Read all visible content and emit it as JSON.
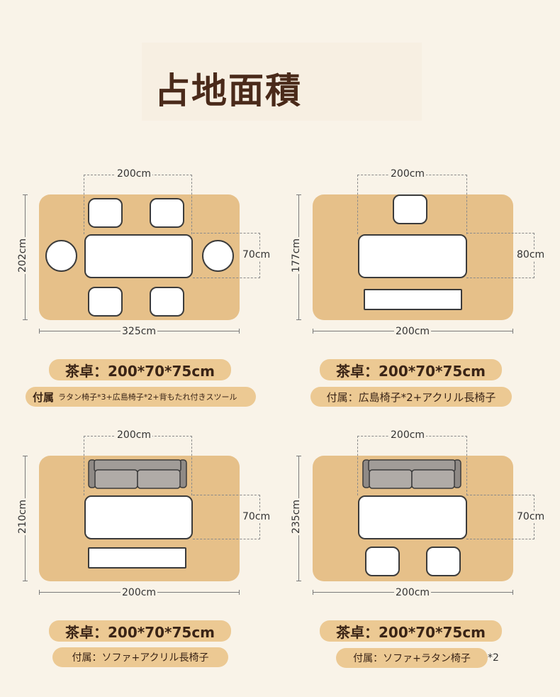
{
  "page_title": "占地面積",
  "layouts": [
    {
      "table_dim": "200cm",
      "depth_dim": "70cm",
      "height_dim": "202cm",
      "width_dim": "325cm",
      "table_label": "茶卓：200*70*75cm",
      "accessories_prefix": "付属",
      "accessories": "ラタン椅子*3+広島椅子*2+背もたれ付きスツール"
    },
    {
      "table_dim": "200cm",
      "depth_dim": "80cm",
      "height_dim": "177cm",
      "width_dim": "200cm",
      "table_label": "茶卓：200*70*75cm",
      "accessories": "付属：広島椅子*2+アクリル長椅子"
    },
    {
      "table_dim": "200cm",
      "depth_dim": "70cm",
      "height_dim": "210cm",
      "width_dim": "200cm",
      "table_label": "茶卓：200*70*75cm",
      "accessories": "付属：ソファ+アクリル長椅子"
    },
    {
      "table_dim": "200cm",
      "depth_dim": "70cm",
      "height_dim": "235cm",
      "width_dim": "200cm",
      "table_label": "茶卓：200*70*75cm",
      "accessories": "付属：ソファ+ラタン椅子",
      "accessories_suffix": "*2"
    }
  ]
}
